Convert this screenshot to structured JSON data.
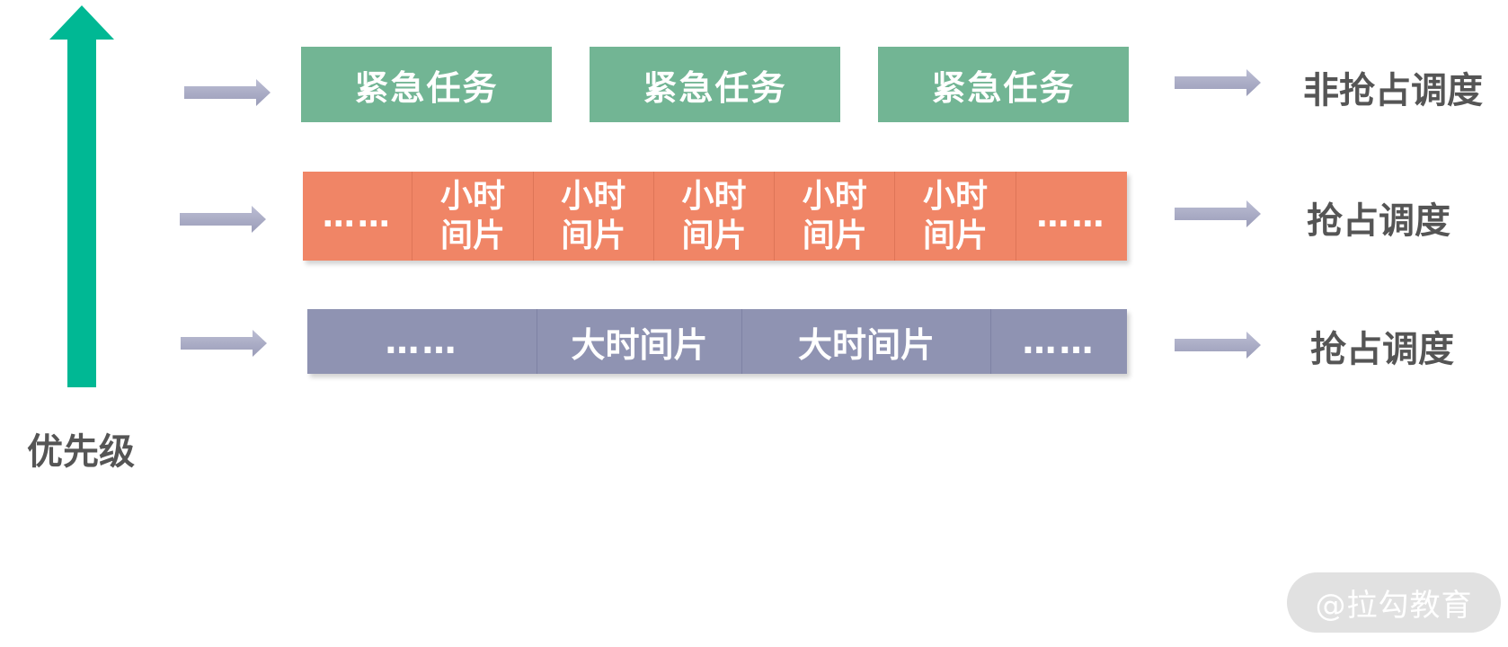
{
  "priority": {
    "label": "优先级",
    "arrow_color": "#00b894"
  },
  "arrows": {
    "color": "#a9abc5"
  },
  "rows": [
    {
      "type": "urgent",
      "color": "#72b594",
      "tasks": [
        "紧急任务",
        "紧急任务",
        "紧急任务"
      ],
      "scheduling": "非抢占调度"
    },
    {
      "type": "small-slice",
      "color": "#f08566",
      "cells": [
        "……",
        "小时\n间片",
        "小时\n间片",
        "小时\n间片",
        "小时\n间片",
        "小时\n间片",
        "……"
      ],
      "scheduling": "抢占调度"
    },
    {
      "type": "large-slice",
      "color": "#8f93b2",
      "cells": [
        "……",
        "大时间片",
        "大时间片",
        "……"
      ],
      "scheduling": "抢占调度"
    }
  ],
  "watermark": "@拉勾教育"
}
